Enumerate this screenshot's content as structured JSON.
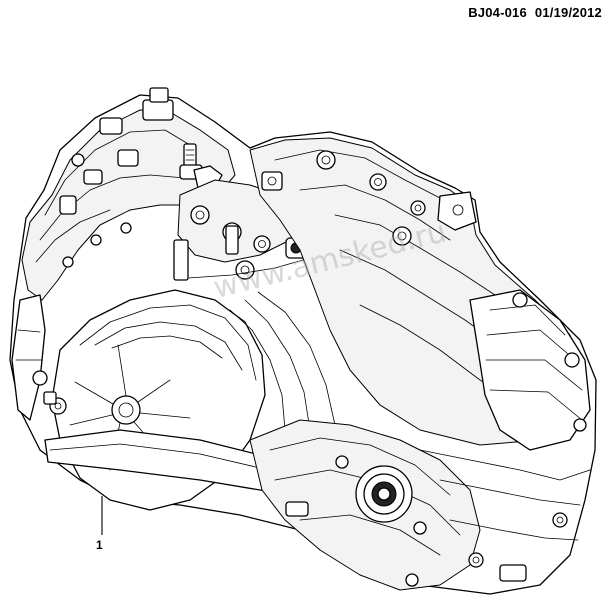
{
  "header": {
    "part_code": "BJ04-016",
    "date": "01/19/2012"
  },
  "callouts": [
    {
      "number": "1"
    }
  ],
  "watermark": {
    "text": "www.amsked.ru"
  }
}
